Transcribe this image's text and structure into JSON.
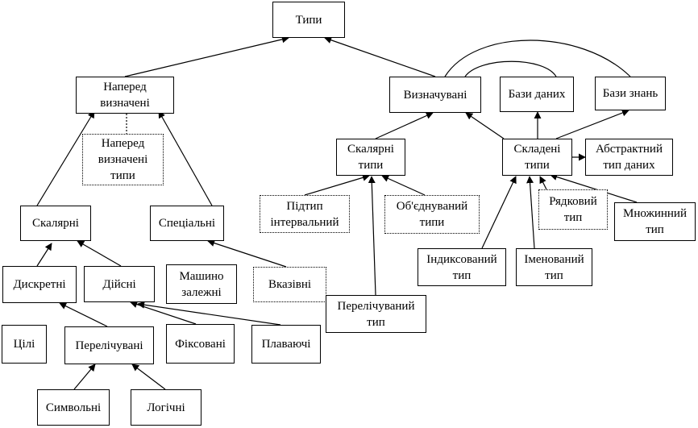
{
  "nodes": {
    "types": "Типи",
    "predefined": "Наперед\nвизначені",
    "predefined_types": "Наперед\nвизначені\nтипи",
    "definable": "Визначувані",
    "databases": "Бази даних",
    "knowledge_bases": "Бази знань",
    "scalar_types": "Скалярні\nтипи",
    "composite_types": "Складені\nтипи",
    "abstract_type": "Абстрактний\nтип даних",
    "scalar": "Скалярні",
    "special": "Спеціальні",
    "subrange": "Підтип\nінтервальний",
    "union": "Об'єднуваний\nтипи",
    "string_type": "Рядковий\nтип",
    "set_type": "Множинний\nтип",
    "indexed_type": "Індиксований\nтип",
    "named_type": "Іменований\nтип",
    "discrete": "Дискретні",
    "real": "Дійсні",
    "machine_dependent": "Машино\nзалежні",
    "pointer": "Вказівні",
    "enumerated_type": "Перелічуваний\nтип",
    "integer": "Цілі",
    "enumerated": "Перелічувані",
    "fixed": "Фіксовані",
    "floating": "Плаваючі",
    "symbolic": "Символьні",
    "logical": "Логічні"
  },
  "colors": {
    "line": "#000000",
    "text": "#000000",
    "background": "#ffffff"
  }
}
